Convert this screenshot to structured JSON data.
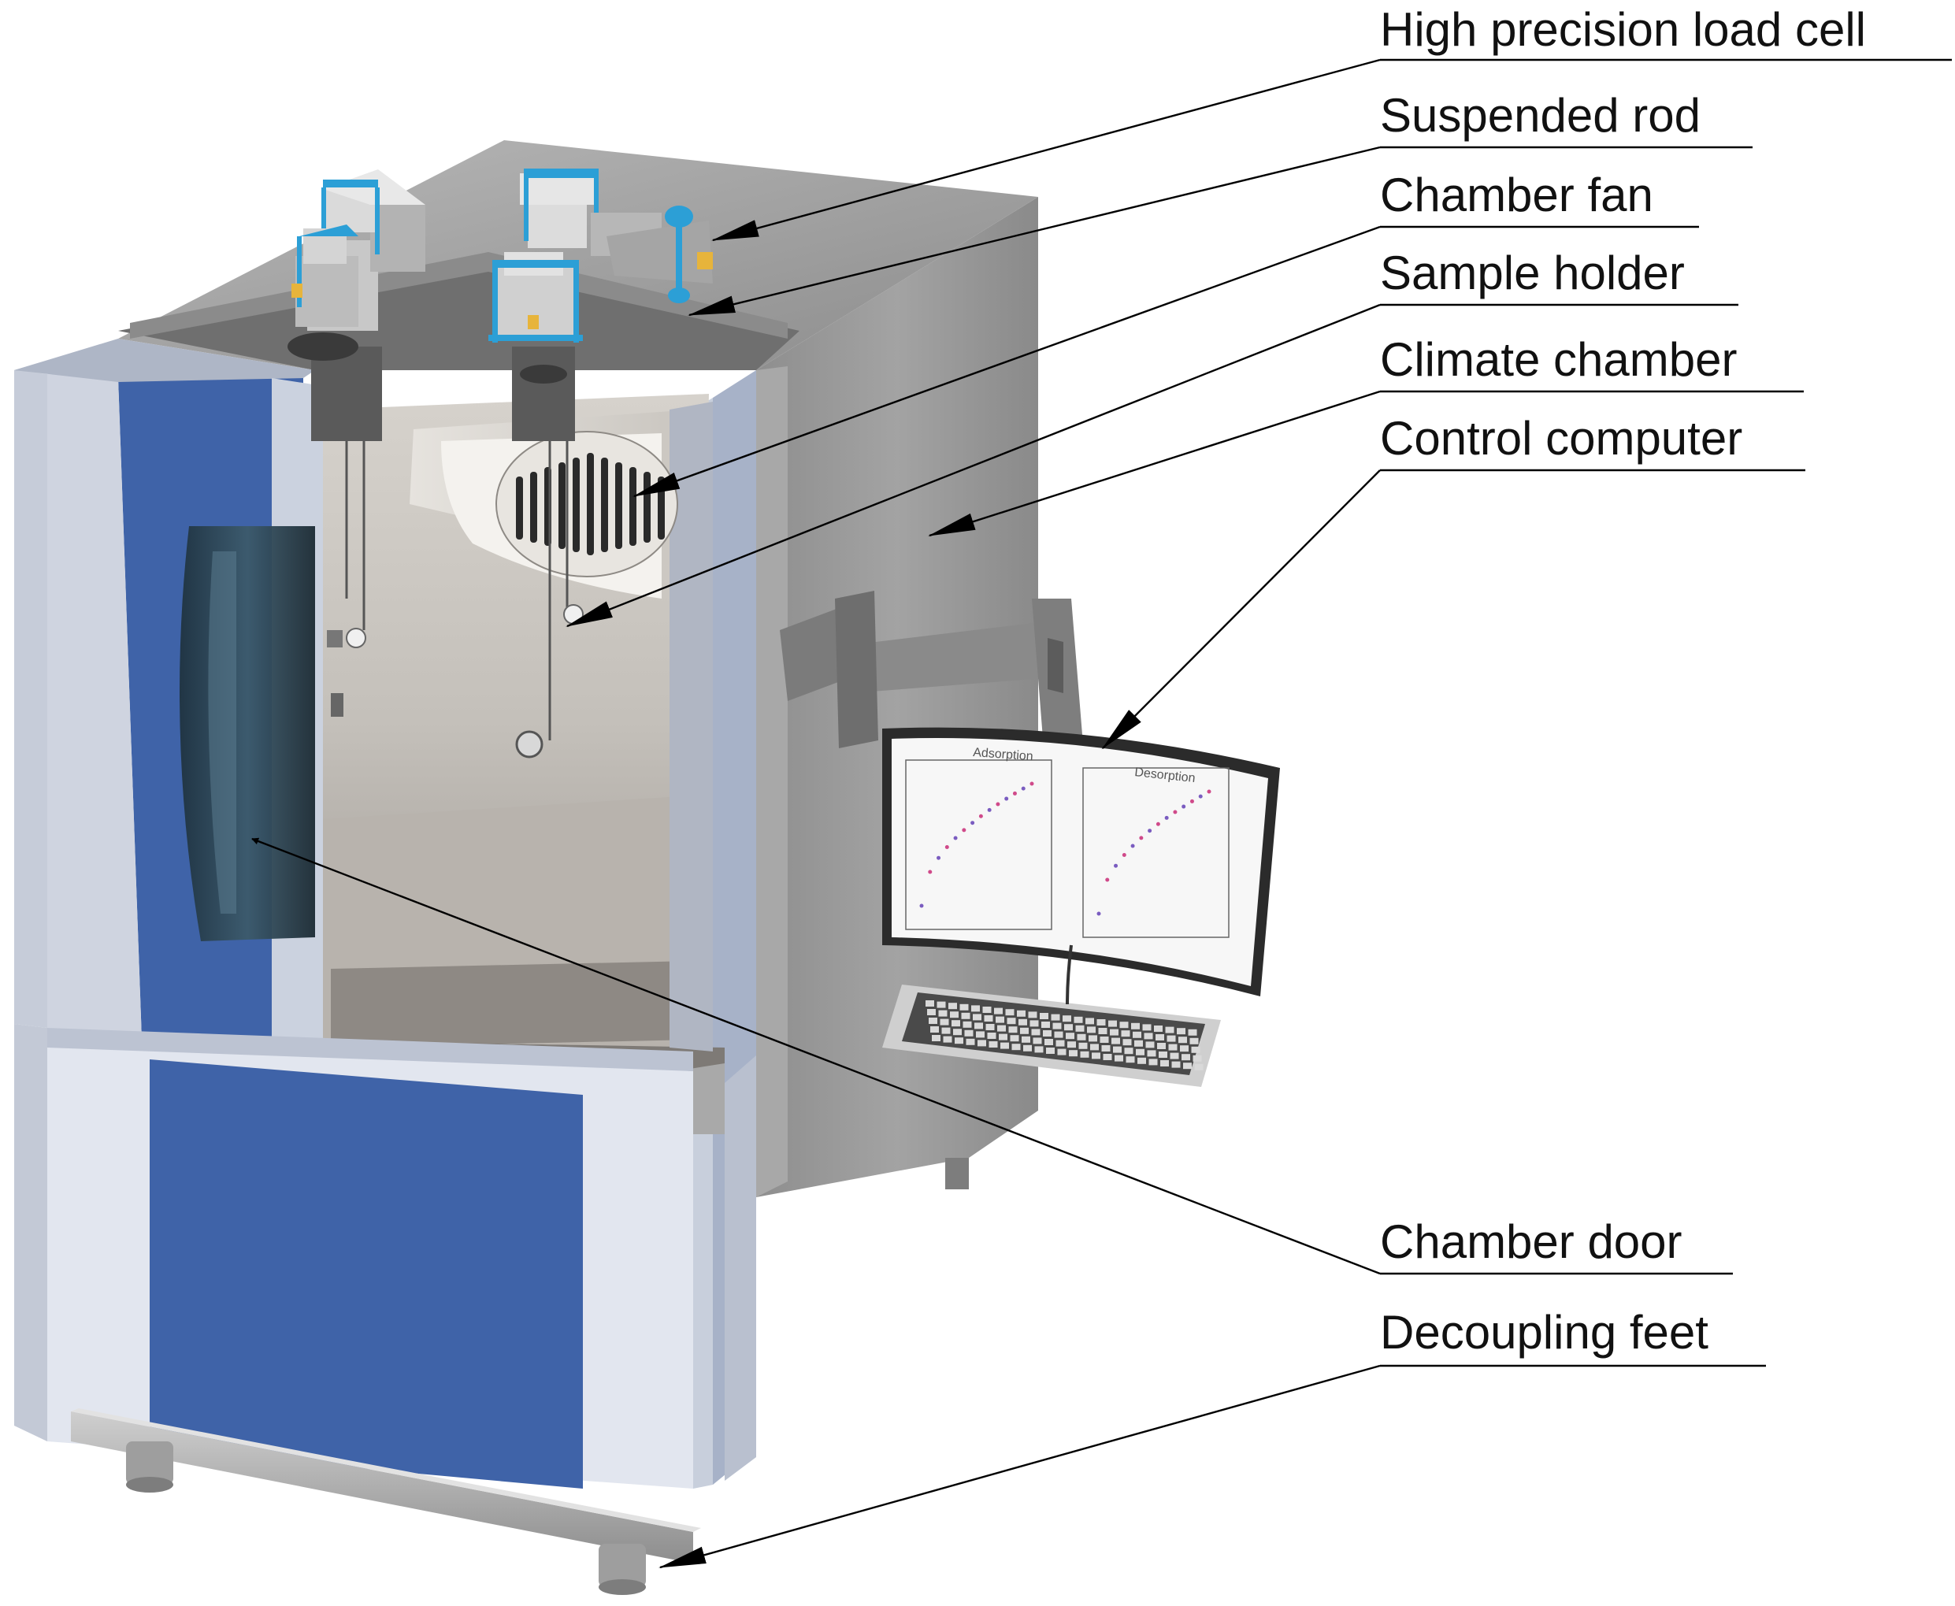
{
  "labels": {
    "load_cell": "High precision load cell",
    "suspended_rod": "Suspended rod",
    "chamber_fan": "Chamber fan",
    "sample_holder": "Sample holder",
    "climate_chamber": "Climate chamber",
    "control_computer": "Control computer",
    "chamber_door": "Chamber door",
    "decoupling_feet": "Decoupling feet"
  },
  "colors": {
    "cabinet_blue": "#3f63a8",
    "panel_light": "#dde1ec",
    "body_gray": "#9b9b9b",
    "fixture_cyan": "#2c9fd6",
    "glass": "#2f4a5a"
  },
  "screen": {
    "left_plot_title": "Adsorption",
    "right_plot_title": "Desorption"
  }
}
